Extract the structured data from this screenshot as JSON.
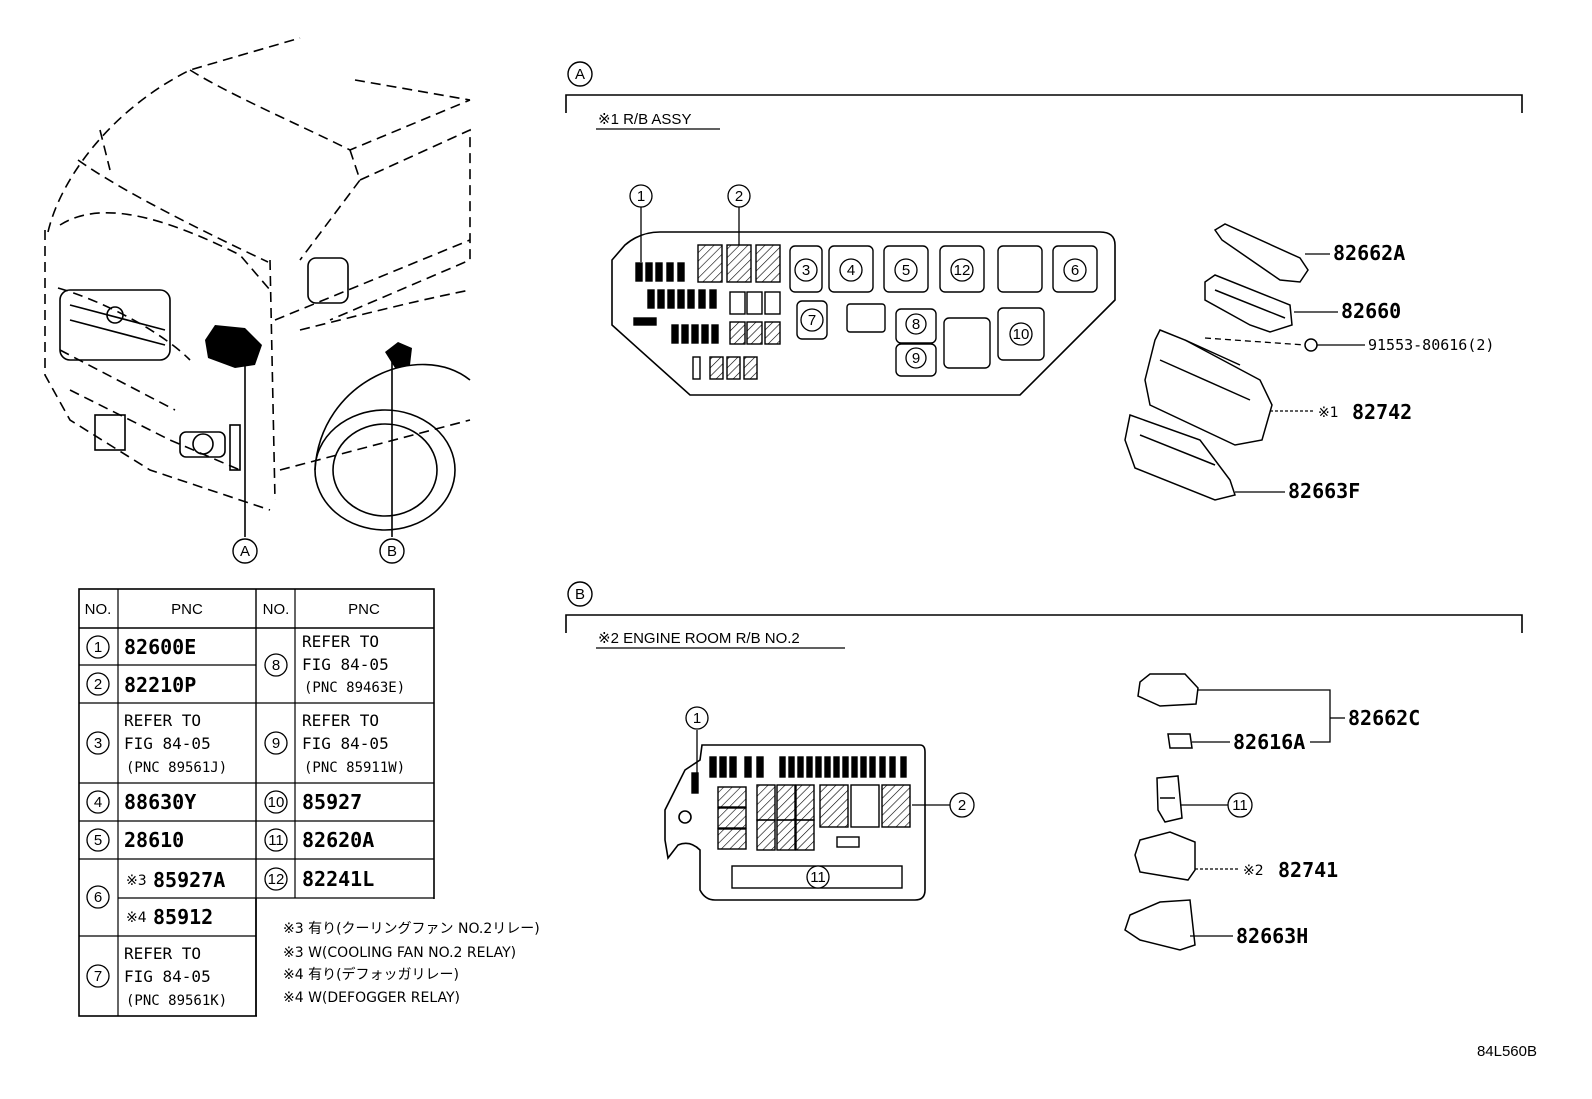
{
  "callouts": {
    "a": "A",
    "b": "B"
  },
  "section_a": {
    "title": "※1 R/B ASSY",
    "parts": {
      "p82662a": "82662A",
      "p82660": "82660",
      "p91553": "91553-80616(2)",
      "p82742_mark": "※1",
      "p82742": "82742",
      "p82663f": "82663F"
    },
    "box_numbers": [
      "1",
      "2",
      "3",
      "4",
      "5",
      "12",
      "6",
      "7",
      "8",
      "9",
      "10"
    ]
  },
  "section_b": {
    "title": "※2 ENGINE ROOM R/B NO.2",
    "parts": {
      "p82662c": "82662C",
      "p82616a": "82616A",
      "p11": "11",
      "p82741_mark": "※2",
      "p82741": "82741",
      "p82663h": "82663H"
    },
    "box_numbers": [
      "1",
      "2",
      "11"
    ]
  },
  "table": {
    "headers": [
      "NO.",
      "PNC",
      "NO.",
      "PNC"
    ],
    "left": [
      {
        "no": "1",
        "pnc": "82600E"
      },
      {
        "no": "2",
        "pnc": "82210P"
      },
      {
        "no": "3",
        "lines": [
          "REFER TO",
          "FIG 84-05",
          "(PNC 89561J)"
        ]
      },
      {
        "no": "4",
        "pnc": "88630Y"
      },
      {
        "no": "5",
        "pnc": "28610"
      },
      {
        "no": "6",
        "mark1": "※3",
        "pnc1": "85927A",
        "mark2": "※4",
        "pnc2": "85912"
      },
      {
        "no": "7",
        "lines": [
          "REFER TO",
          "FIG 84-05",
          "(PNC 89561K)"
        ]
      }
    ],
    "right": [
      {
        "no": "8",
        "lines": [
          "REFER TO",
          "FIG 84-05",
          "(PNC 89463E)"
        ]
      },
      {
        "no": "9",
        "lines": [
          "REFER TO",
          "FIG 84-05",
          "(PNC 85911W)"
        ]
      },
      {
        "no": "10",
        "pnc": "85927"
      },
      {
        "no": "11",
        "pnc": "82620A"
      },
      {
        "no": "12",
        "pnc": "82241L"
      }
    ]
  },
  "notes": [
    "※3 有り(クーリングファン NO.2リレー)",
    "※3 W(COOLING FAN NO.2 RELAY)",
    "※4 有り(デフォッガリレー)",
    "※4 W(DEFOGGER RELAY)"
  ],
  "figure_code": "84L560B"
}
